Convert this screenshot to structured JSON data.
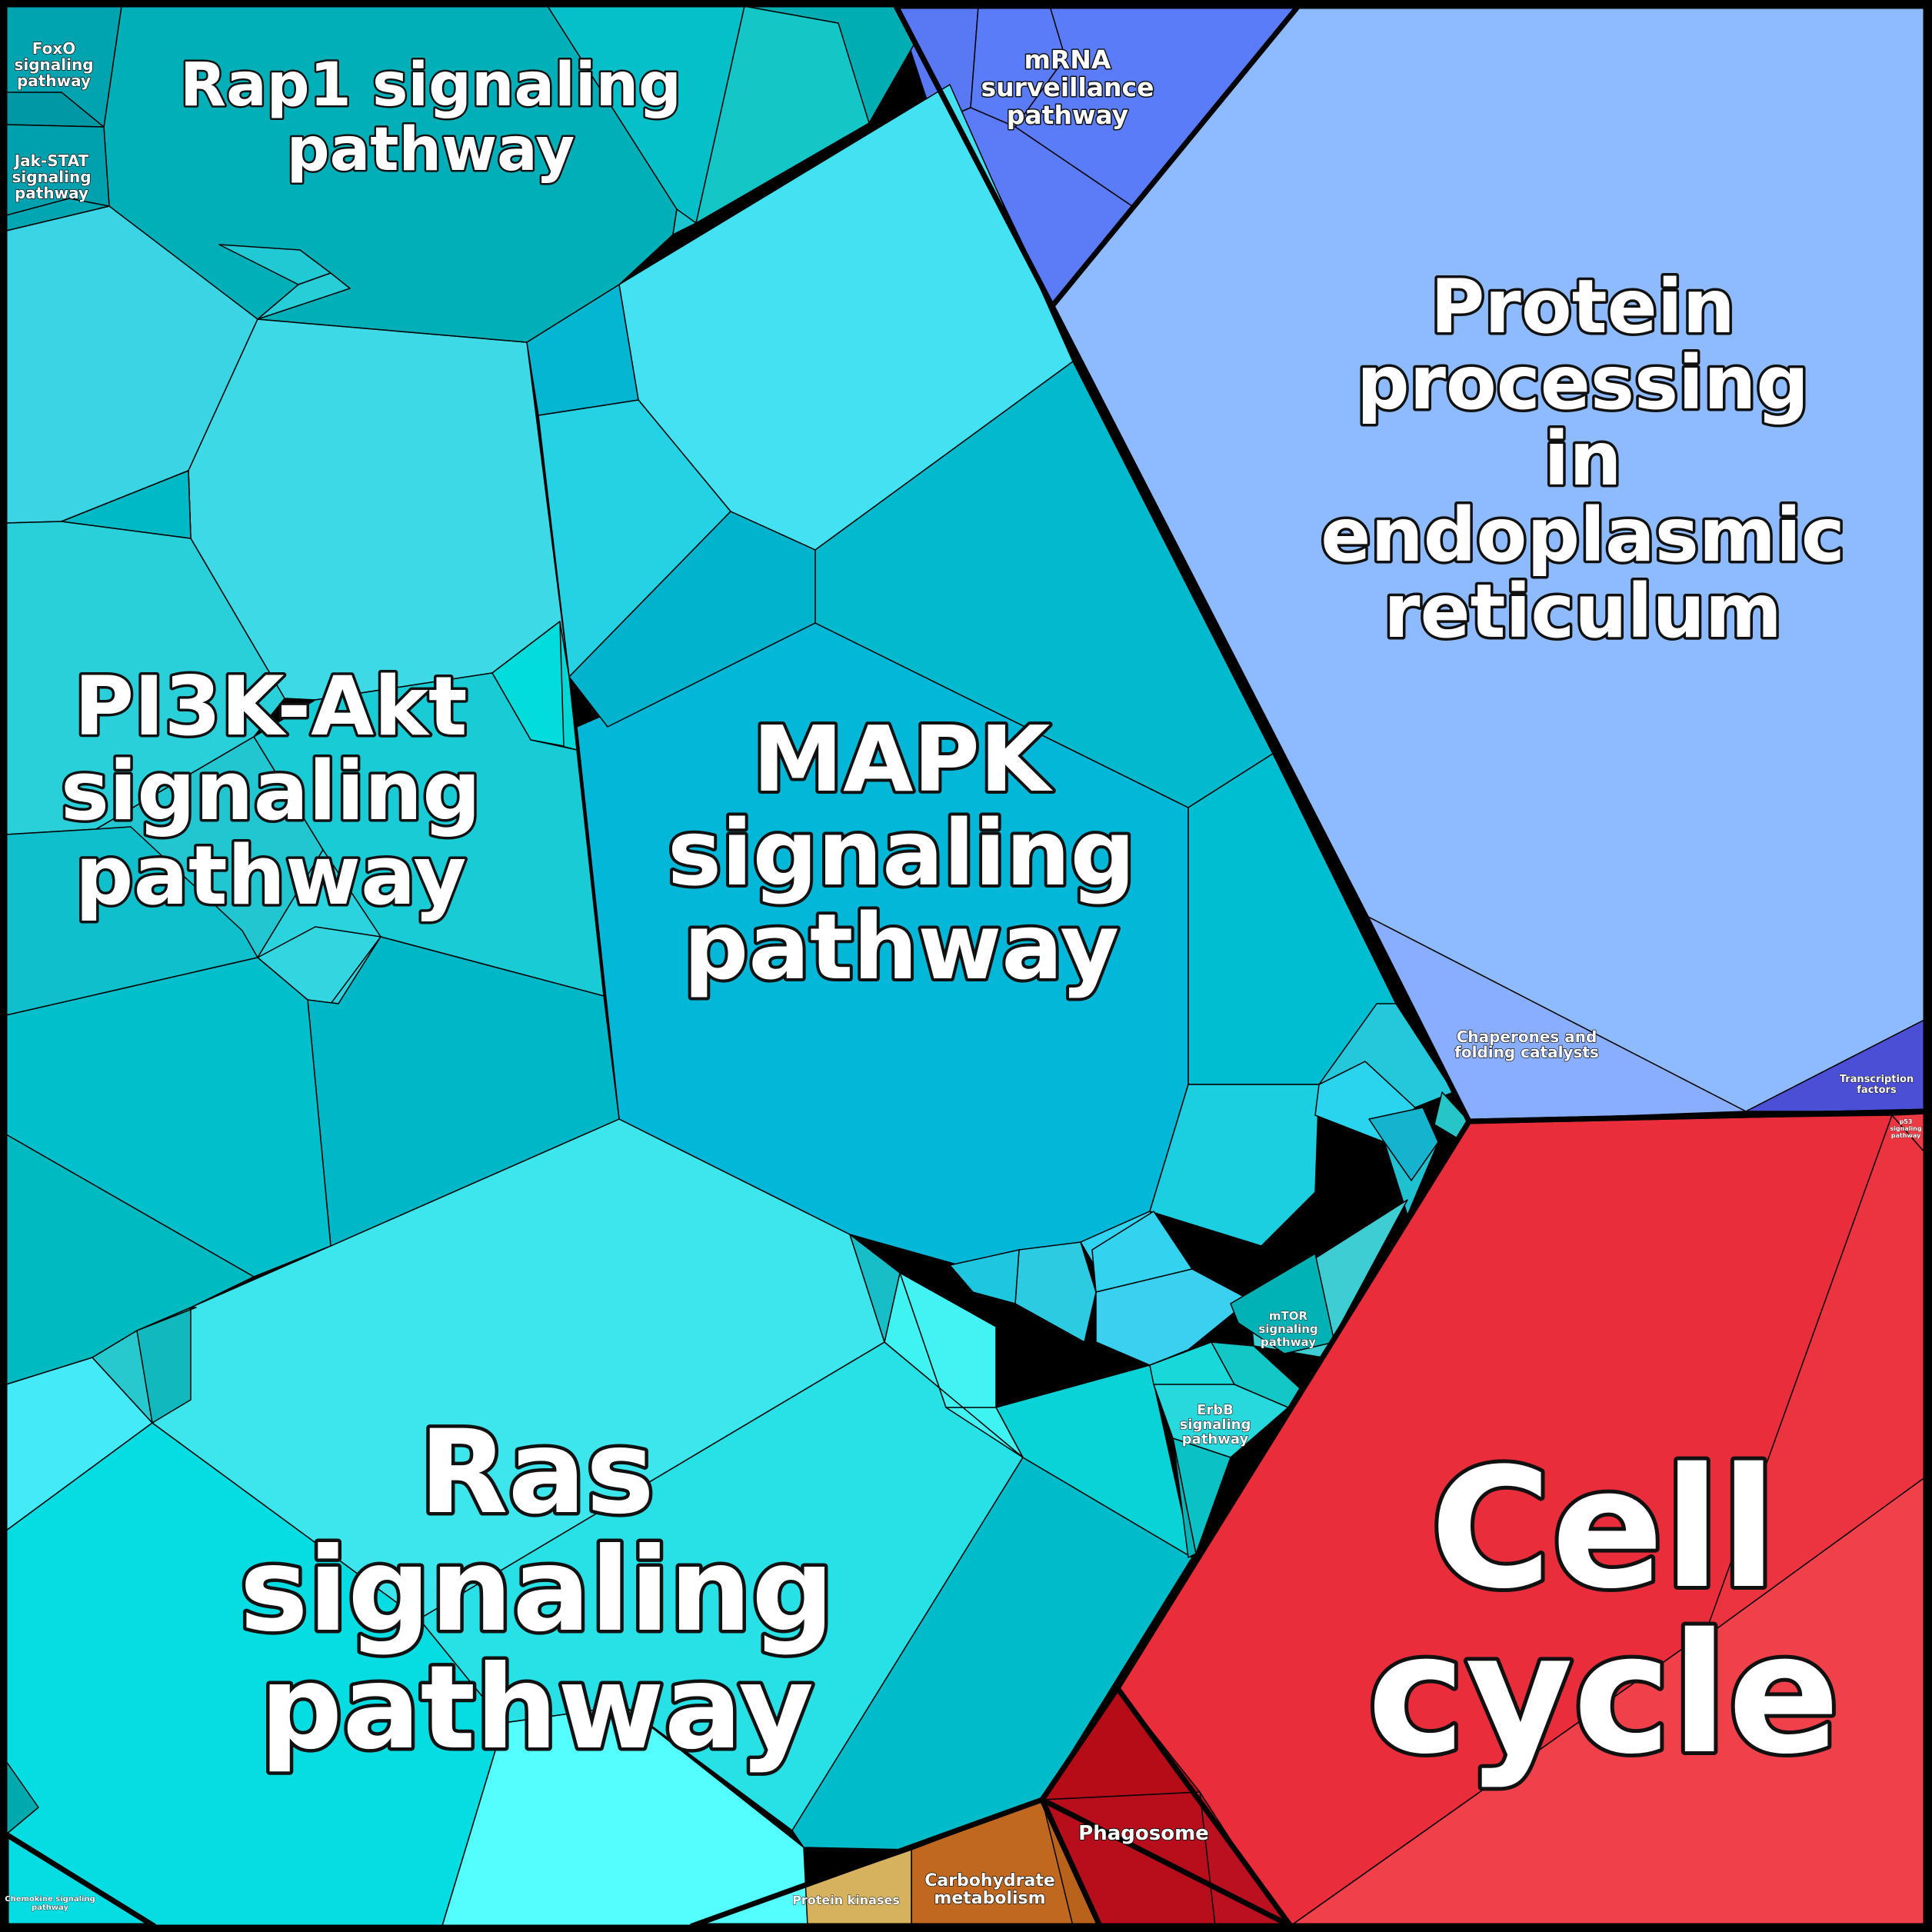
{
  "diagram": {
    "type": "voronoi treemap",
    "background_color": "#000000",
    "colors": {
      "cyan_group": "#13c5d3",
      "blue_group": "#8ebbff",
      "mrna_blue": "#5a7cf8",
      "transcription_factors": "#4b4fd6",
      "cell_cycle_red": "#eb2d3c",
      "phagosome_dark_red": "#b80d1b",
      "protein_kinases": "#d7b25e",
      "carbohydrate_metabolism": "#c0681f",
      "chemokine_magenta": "#c516b8"
    }
  },
  "labels": {
    "protein_processing": [
      "Protein",
      "processing",
      "in",
      "endoplasmic",
      "reticulum"
    ],
    "mapk": [
      "MAPK",
      "signaling",
      "pathway"
    ],
    "ras": [
      "Ras",
      "signaling",
      "pathway"
    ],
    "pi3k_akt": [
      "PI3K-Akt",
      "signaling",
      "pathway"
    ],
    "rap1": [
      "Rap1 signaling",
      "pathway"
    ],
    "cell_cycle": [
      "Cell",
      "cycle"
    ],
    "mrna_surveillance": [
      "mRNA",
      "surveillance",
      "pathway"
    ],
    "chaperones": [
      "Chaperones and",
      "folding catalysts"
    ],
    "transcription_factors": [
      "Transcription",
      "factors"
    ],
    "foxo": [
      "FoxO",
      "signaling",
      "pathway"
    ],
    "jak_stat": [
      "Jak-STAT",
      "signaling",
      "pathway"
    ],
    "mtor": [
      "mTOR",
      "signaling",
      "pathway"
    ],
    "erbb": [
      "ErbB",
      "signaling",
      "pathway"
    ],
    "phagosome": [
      "Phagosome"
    ],
    "carbohydrate": [
      "Carbohydrate",
      "metabolism"
    ],
    "protein_kinases": [
      "Protein kinases"
    ],
    "chemokine": [
      "Chemokine signaling",
      "pathway"
    ],
    "p53": [
      "p53",
      "signaling",
      "pathway"
    ]
  }
}
